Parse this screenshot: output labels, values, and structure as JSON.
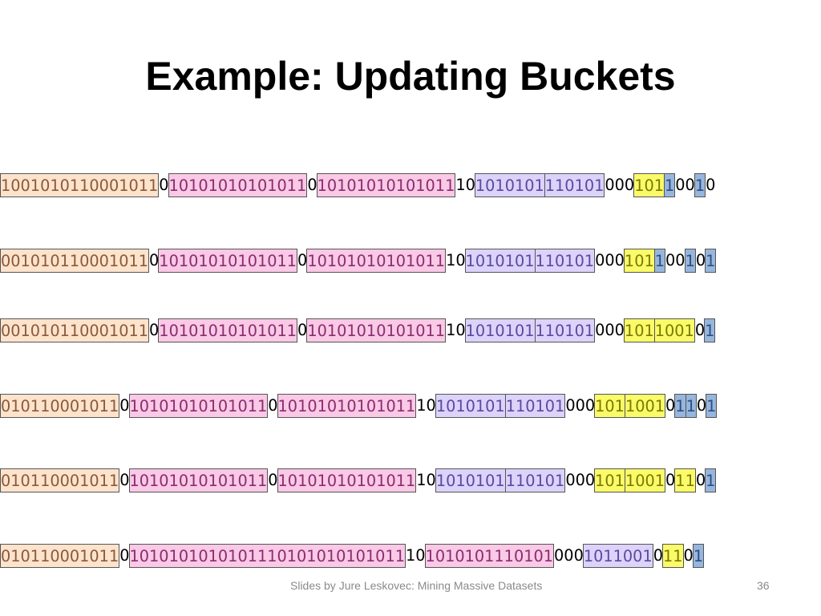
{
  "title": "Example: Updating Buckets",
  "footer": "Slides by Jure Leskovec: Mining Massive Datasets",
  "page_number": "36",
  "colors": {
    "orange": {
      "fill": "#fde3cc",
      "text": "#8a5a3a"
    },
    "pink": {
      "fill": "#f9c9e6",
      "text": "#8b2d6f"
    },
    "lavender": {
      "fill": "#dcd3fb",
      "text": "#5b4a9e"
    },
    "yellow": {
      "fill": "#fbfb6a",
      "text": "#7a7a00"
    },
    "blue": {
      "fill": "#98b6dc",
      "text": "#2a4f86"
    },
    "plain": {
      "fill": "transparent",
      "text": "#000000"
    }
  },
  "rows": [
    {
      "segments": [
        {
          "text": "1001010110001011",
          "color": "orange"
        },
        {
          "text": "0",
          "color": "plain"
        },
        {
          "text": "10101010101011",
          "color": "pink"
        },
        {
          "text": "0",
          "color": "plain"
        },
        {
          "text": "10101010101011",
          "color": "pink"
        },
        {
          "text": "10",
          "color": "plain"
        },
        {
          "text": "1010101",
          "color": "lavender"
        },
        {
          "text": "110101",
          "color": "lavender"
        },
        {
          "text": "000",
          "color": "plain"
        },
        {
          "text": "101",
          "color": "yellow"
        },
        {
          "text": "1",
          "color": "blue"
        },
        {
          "text": "00",
          "color": "plain"
        },
        {
          "text": "1",
          "color": "blue"
        },
        {
          "text": "0",
          "color": "plain"
        }
      ]
    },
    {
      "segments": [
        {
          "text": "001010110001011",
          "color": "orange"
        },
        {
          "text": "0",
          "color": "plain"
        },
        {
          "text": "10101010101011",
          "color": "pink"
        },
        {
          "text": "0",
          "color": "plain"
        },
        {
          "text": "10101010101011",
          "color": "pink"
        },
        {
          "text": "10",
          "color": "plain"
        },
        {
          "text": "1010101",
          "color": "lavender"
        },
        {
          "text": "110101",
          "color": "lavender"
        },
        {
          "text": "000",
          "color": "plain"
        },
        {
          "text": "101",
          "color": "yellow"
        },
        {
          "text": "1",
          "color": "blue"
        },
        {
          "text": "00",
          "color": "plain"
        },
        {
          "text": "1",
          "color": "blue"
        },
        {
          "text": "0",
          "color": "plain"
        },
        {
          "text": "1",
          "color": "blue"
        }
      ]
    },
    {
      "segments": [
        {
          "text": "001010110001011",
          "color": "orange"
        },
        {
          "text": "0",
          "color": "plain"
        },
        {
          "text": "10101010101011",
          "color": "pink"
        },
        {
          "text": "0",
          "color": "plain"
        },
        {
          "text": "10101010101011",
          "color": "pink"
        },
        {
          "text": "10",
          "color": "plain"
        },
        {
          "text": "1010101",
          "color": "lavender"
        },
        {
          "text": "110101",
          "color": "lavender"
        },
        {
          "text": "000",
          "color": "plain"
        },
        {
          "text": "101",
          "color": "yellow"
        },
        {
          "text": "1001",
          "color": "yellow"
        },
        {
          "text": "0",
          "color": "plain"
        },
        {
          "text": "1",
          "color": "blue"
        }
      ]
    },
    {
      "segments": [
        {
          "text": "010110001011",
          "color": "orange"
        },
        {
          "text": "0",
          "color": "plain"
        },
        {
          "text": "10101010101011",
          "color": "pink"
        },
        {
          "text": "0",
          "color": "plain"
        },
        {
          "text": "10101010101011",
          "color": "pink"
        },
        {
          "text": "10",
          "color": "plain"
        },
        {
          "text": "1010101",
          "color": "lavender"
        },
        {
          "text": "110101",
          "color": "lavender"
        },
        {
          "text": "000",
          "color": "plain"
        },
        {
          "text": "101",
          "color": "yellow"
        },
        {
          "text": "1001",
          "color": "yellow"
        },
        {
          "text": "0",
          "color": "plain"
        },
        {
          "text": "1",
          "color": "blue"
        },
        {
          "text": "1",
          "color": "blue"
        },
        {
          "text": "0",
          "color": "plain"
        },
        {
          "text": "1",
          "color": "blue"
        }
      ]
    },
    {
      "segments": [
        {
          "text": "010110001011",
          "color": "orange"
        },
        {
          "text": "0",
          "color": "plain"
        },
        {
          "text": "10101010101011",
          "color": "pink"
        },
        {
          "text": "0",
          "color": "plain"
        },
        {
          "text": "10101010101011",
          "color": "pink"
        },
        {
          "text": "10",
          "color": "plain"
        },
        {
          "text": "1010101",
          "color": "lavender"
        },
        {
          "text": "110101",
          "color": "lavender"
        },
        {
          "text": "000",
          "color": "plain"
        },
        {
          "text": "101",
          "color": "yellow"
        },
        {
          "text": "1001",
          "color": "yellow"
        },
        {
          "text": "0",
          "color": "plain"
        },
        {
          "text": "11",
          "color": "yellow"
        },
        {
          "text": "0",
          "color": "plain"
        },
        {
          "text": "1",
          "color": "blue"
        }
      ]
    },
    {
      "segments": [
        {
          "text": "010110001011",
          "color": "orange"
        },
        {
          "text": "0",
          "color": "plain"
        },
        {
          "text": "1010101010101110101010101011",
          "color": "pink"
        },
        {
          "text": "10",
          "color": "plain"
        },
        {
          "text": "1010101110101",
          "color": "pink"
        },
        {
          "text": "000",
          "color": "plain"
        },
        {
          "text": "1011001",
          "color": "lavender"
        },
        {
          "text": "0",
          "color": "plain"
        },
        {
          "text": "11",
          "color": "yellow"
        },
        {
          "text": "0",
          "color": "plain"
        },
        {
          "text": "1",
          "color": "blue"
        }
      ]
    }
  ]
}
